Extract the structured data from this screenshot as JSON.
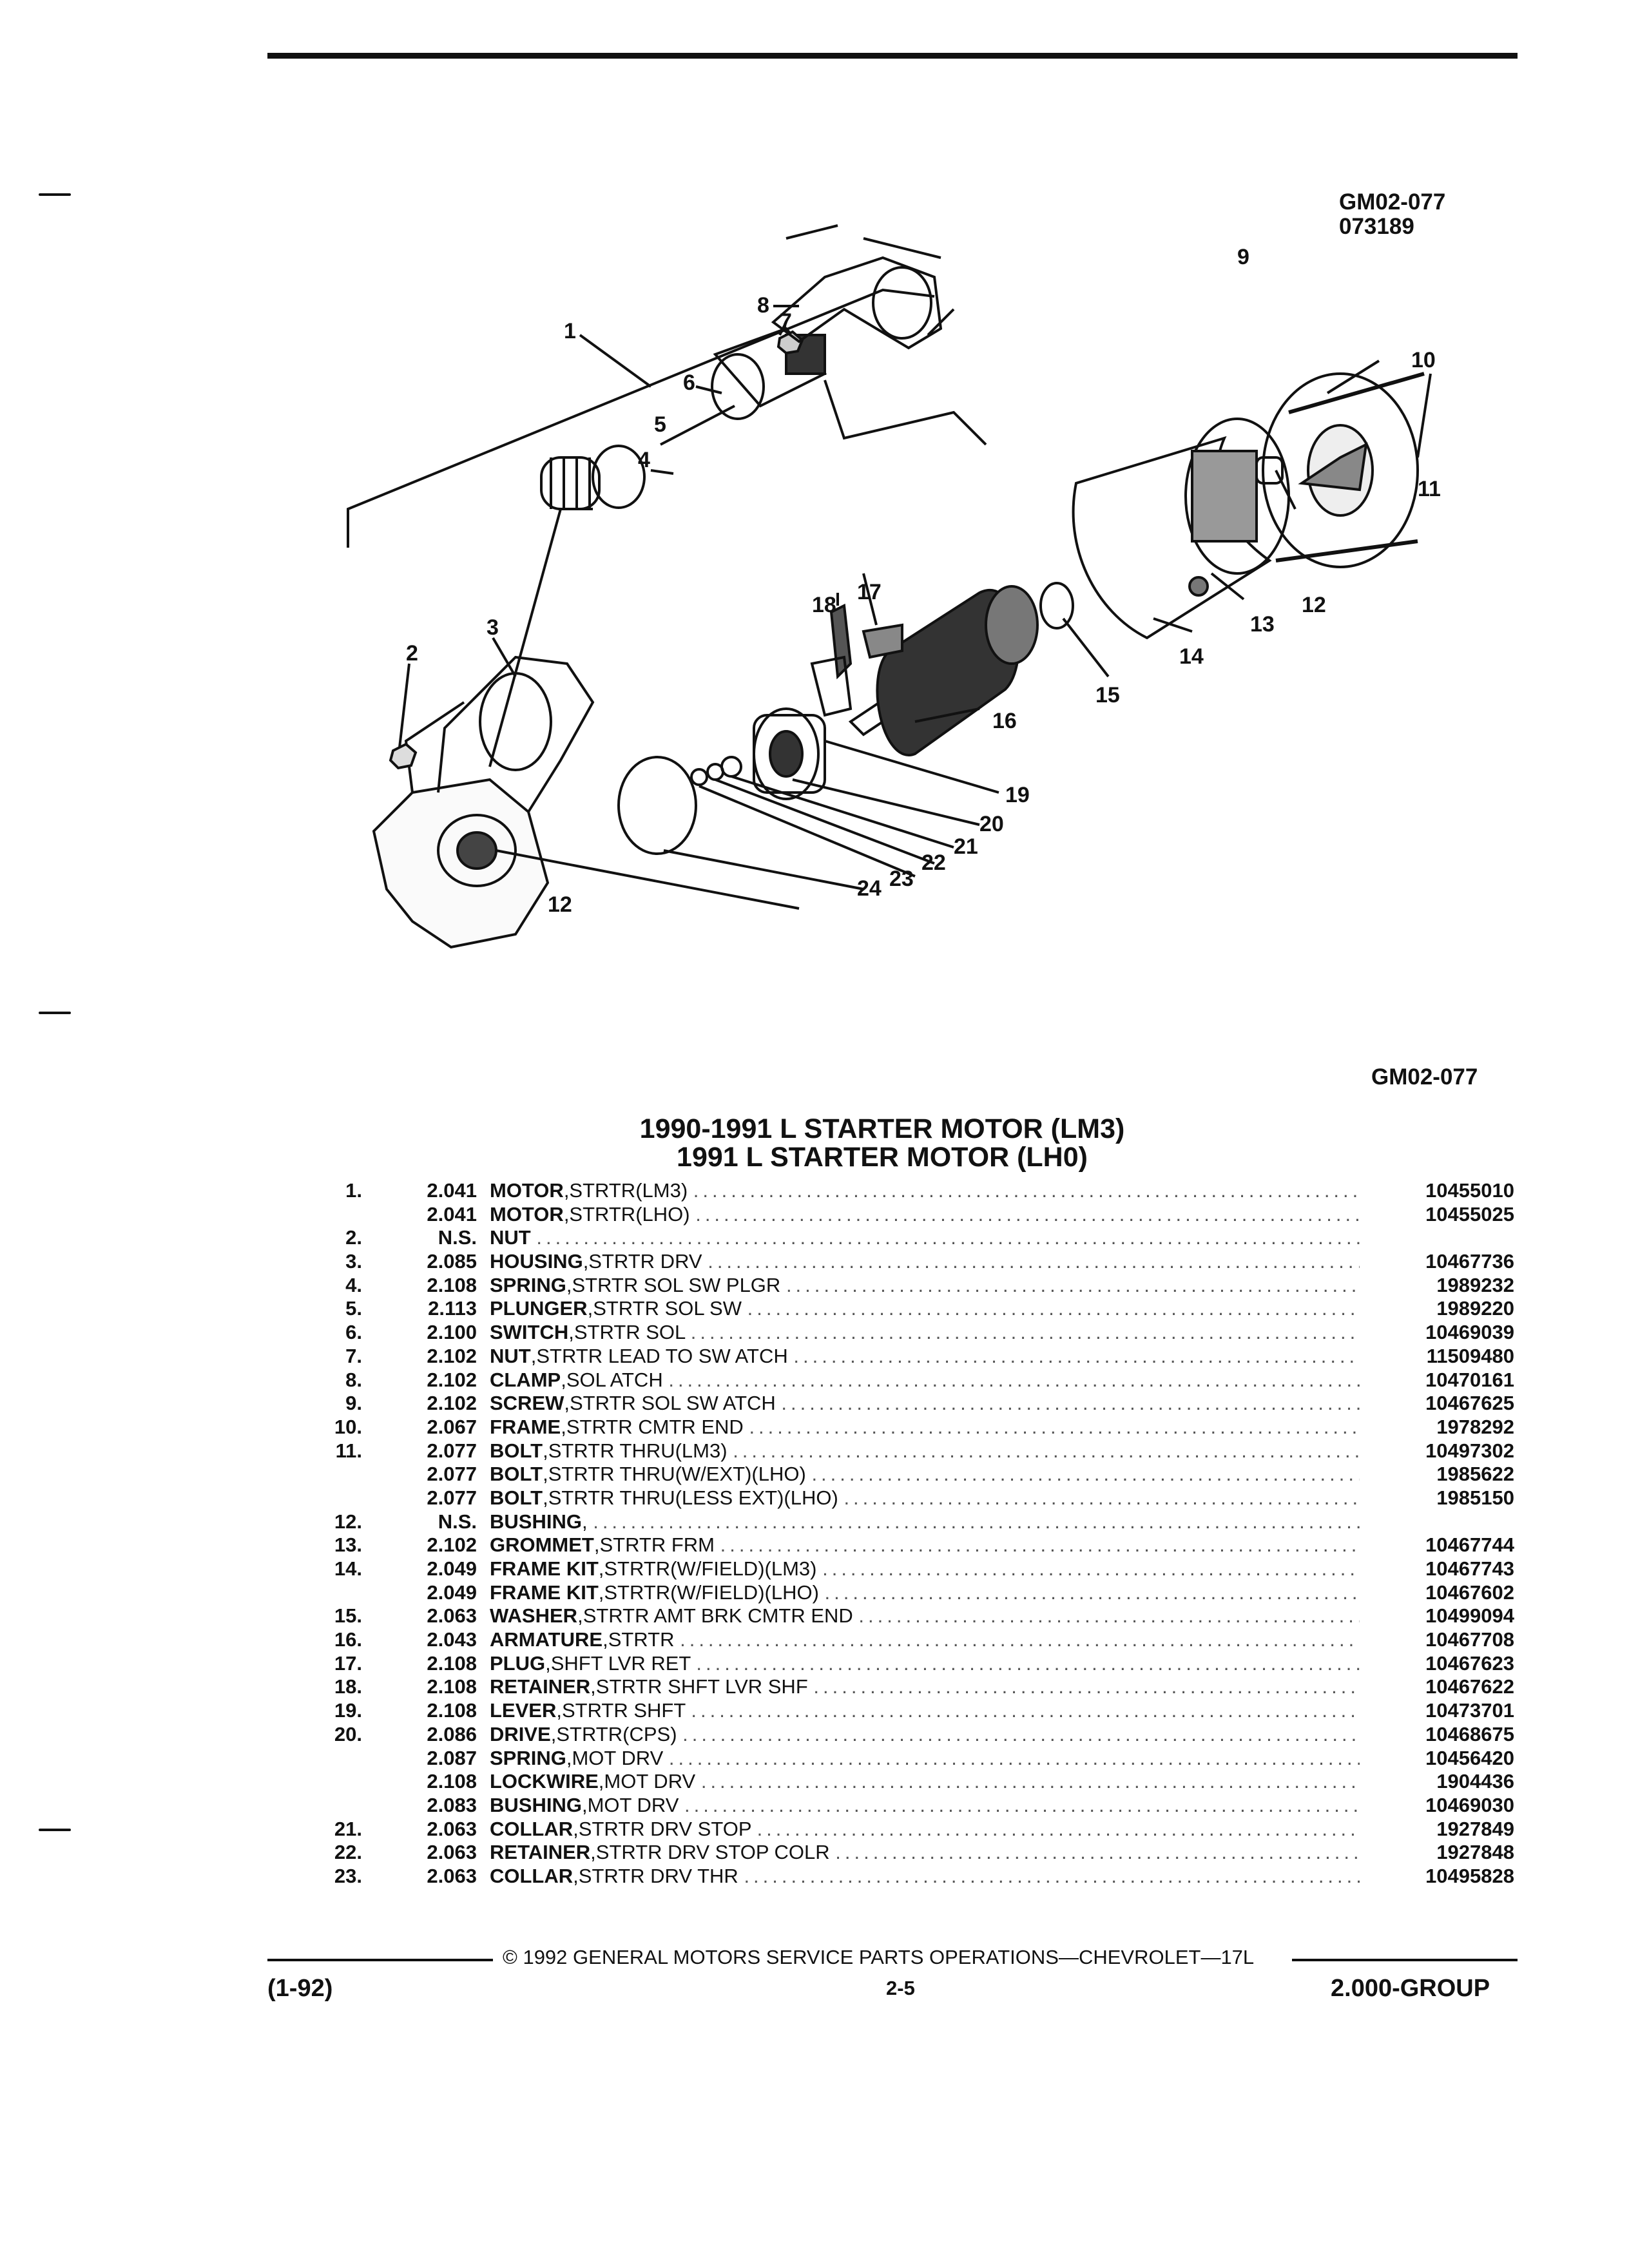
{
  "header": {
    "ref_code": "GM02-077",
    "ref_date": "073189"
  },
  "diagram": {
    "ref_code": "GM02-077",
    "callouts": [
      "1",
      "2",
      "3",
      "4",
      "5",
      "6",
      "7",
      "8",
      "9",
      "10",
      "11",
      "12",
      "12",
      "13",
      "14",
      "15",
      "16",
      "17",
      "18",
      "19",
      "20",
      "21",
      "22",
      "23",
      "24"
    ]
  },
  "title": {
    "line1": "1990-1991 L STARTER MOTOR (LM3)",
    "line2": "1991 L STARTER MOTOR (LH0)"
  },
  "parts": [
    {
      "num": "1.",
      "grp": "2.041",
      "name": "MOTOR",
      "desc": ",STRTR(LM3)",
      "pn": "10455010"
    },
    {
      "num": "",
      "grp": "2.041",
      "name": "MOTOR",
      "desc": ",STRTR(LHO)",
      "pn": "10455025"
    },
    {
      "num": "2.",
      "grp": "N.S.",
      "name": "NUT",
      "desc": "",
      "pn": ""
    },
    {
      "num": "3.",
      "grp": "2.085",
      "name": "HOUSING",
      "desc": ",STRTR DRV",
      "pn": "10467736"
    },
    {
      "num": "4.",
      "grp": "2.108",
      "name": "SPRING",
      "desc": ",STRTR SOL SW PLGR",
      "pn": "1989232"
    },
    {
      "num": "5.",
      "grp": "2.113",
      "name": "PLUNGER",
      "desc": ",STRTR SOL SW",
      "pn": "1989220"
    },
    {
      "num": "6.",
      "grp": "2.100",
      "name": "SWITCH",
      "desc": ",STRTR SOL",
      "pn": "10469039"
    },
    {
      "num": "7.",
      "grp": "2.102",
      "name": "NUT",
      "desc": ",STRTR LEAD TO SW ATCH",
      "pn": "11509480"
    },
    {
      "num": "8.",
      "grp": "2.102",
      "name": "CLAMP",
      "desc": ",SOL ATCH",
      "pn": "10470161"
    },
    {
      "num": "9.",
      "grp": "2.102",
      "name": "SCREW",
      "desc": ",STRTR SOL SW ATCH",
      "pn": "10467625"
    },
    {
      "num": "10.",
      "grp": "2.067",
      "name": "FRAME",
      "desc": ",STRTR CMTR END",
      "pn": "1978292"
    },
    {
      "num": "11.",
      "grp": "2.077",
      "name": "BOLT",
      "desc": ",STRTR THRU(LM3)",
      "pn": "10497302"
    },
    {
      "num": "",
      "grp": "2.077",
      "name": "BOLT",
      "desc": ",STRTR THRU(W/EXT)(LHO)",
      "pn": "1985622"
    },
    {
      "num": "",
      "grp": "2.077",
      "name": "BOLT",
      "desc": ",STRTR THRU(LESS EXT)(LHO)",
      "pn": "1985150"
    },
    {
      "num": "12.",
      "grp": "N.S.",
      "name": "BUSHING",
      "desc": ",",
      "pn": ""
    },
    {
      "num": "13.",
      "grp": "2.102",
      "name": "GROMMET",
      "desc": ",STRTR FRM",
      "pn": "10467744"
    },
    {
      "num": "14.",
      "grp": "2.049",
      "name": "FRAME KIT",
      "desc": ",STRTR(W/FIELD)(LM3)",
      "pn": "10467743"
    },
    {
      "num": "",
      "grp": "2.049",
      "name": "FRAME KIT",
      "desc": ",STRTR(W/FIELD)(LHO)",
      "pn": "10467602"
    },
    {
      "num": "15.",
      "grp": "2.063",
      "name": "WASHER",
      "desc": ",STRTR AMT BRK CMTR END",
      "pn": "10499094"
    },
    {
      "num": "16.",
      "grp": "2.043",
      "name": "ARMATURE",
      "desc": ",STRTR",
      "pn": "10467708"
    },
    {
      "num": "17.",
      "grp": "2.108",
      "name": "PLUG",
      "desc": ",SHFT LVR RET",
      "pn": "10467623"
    },
    {
      "num": "18.",
      "grp": "2.108",
      "name": "RETAINER",
      "desc": ",STRTR SHFT LVR SHF",
      "pn": "10467622"
    },
    {
      "num": "19.",
      "grp": "2.108",
      "name": "LEVER",
      "desc": ",STRTR SHFT",
      "pn": "10473701"
    },
    {
      "num": "20.",
      "grp": "2.086",
      "name": "DRIVE",
      "desc": ",STRTR(CPS)",
      "pn": "10468675"
    },
    {
      "num": "",
      "grp": "2.087",
      "name": "SPRING",
      "desc": ",MOT DRV",
      "pn": "10456420"
    },
    {
      "num": "",
      "grp": "2.108",
      "name": "LOCKWIRE",
      "desc": ",MOT DRV",
      "pn": "1904436"
    },
    {
      "num": "",
      "grp": "2.083",
      "name": "BUSHING",
      "desc": ",MOT DRV",
      "pn": "10469030"
    },
    {
      "num": "21.",
      "grp": "2.063",
      "name": "COLLAR",
      "desc": ",STRTR DRV STOP",
      "pn": "1927849"
    },
    {
      "num": "22.",
      "grp": "2.063",
      "name": "RETAINER",
      "desc": ",STRTR DRV STOP COLR",
      "pn": "1927848"
    },
    {
      "num": "23.",
      "grp": "2.063",
      "name": "COLLAR",
      "desc": ",STRTR DRV THR",
      "pn": "10495828"
    }
  ],
  "footer": {
    "copyright": "© 1992 GENERAL MOTORS SERVICE PARTS OPERATIONS—CHEVROLET—17L",
    "revision": "(1-92)",
    "page": "2-5",
    "group": "2.000-GROUP"
  }
}
